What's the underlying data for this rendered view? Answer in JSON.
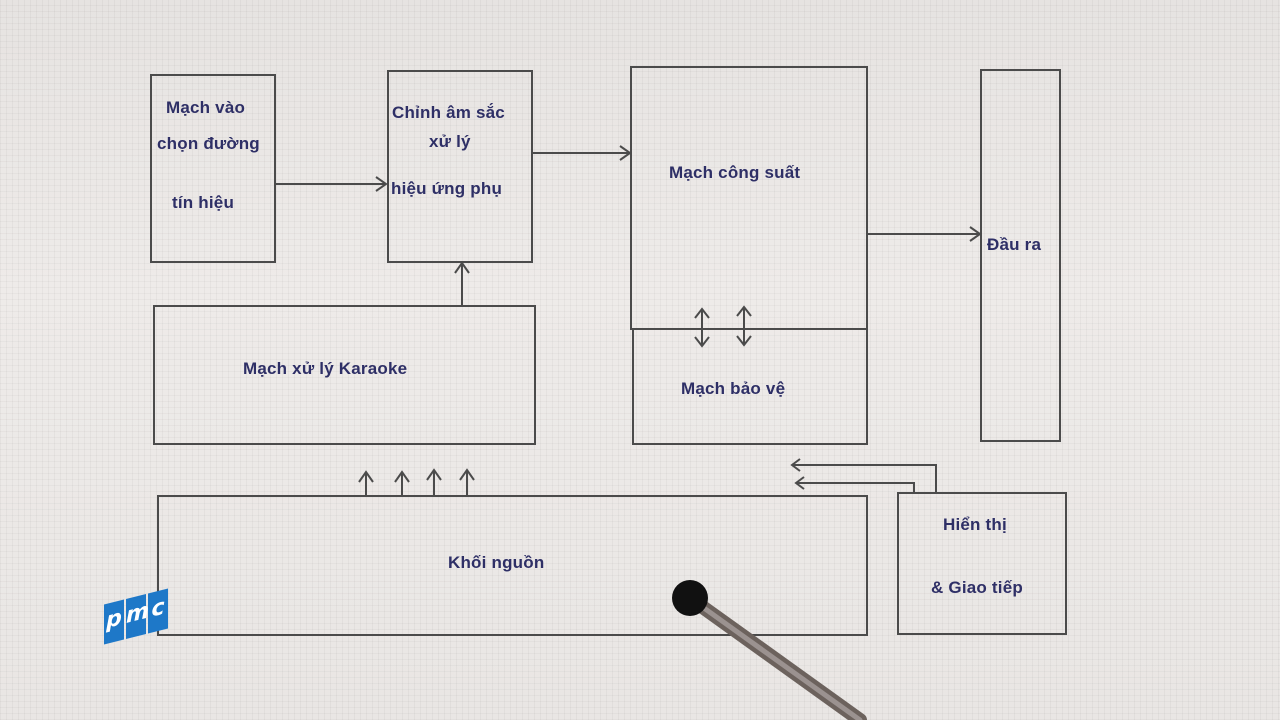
{
  "blocks": {
    "input_circuit": [
      "Mạch vào",
      "chọn đường",
      "tín hiệu"
    ],
    "tone_control": [
      "Chỉnh âm sắc",
      "xử lý",
      "hiệu ứng phụ"
    ],
    "power_amp": "Mạch công suất",
    "output": "Đầu ra",
    "karaoke": "Mạch xử lý Karaoke",
    "protection": "Mạch bảo vệ",
    "power_supply": "Khối nguồn",
    "display": [
      "Hiển thị",
      "& Giao tiếp"
    ]
  },
  "logo": {
    "letters": [
      "p",
      "m",
      "c"
    ],
    "color": "#1e78c8"
  },
  "colors": {
    "text": "#2e2f66",
    "lines": "#4b4b4b"
  }
}
